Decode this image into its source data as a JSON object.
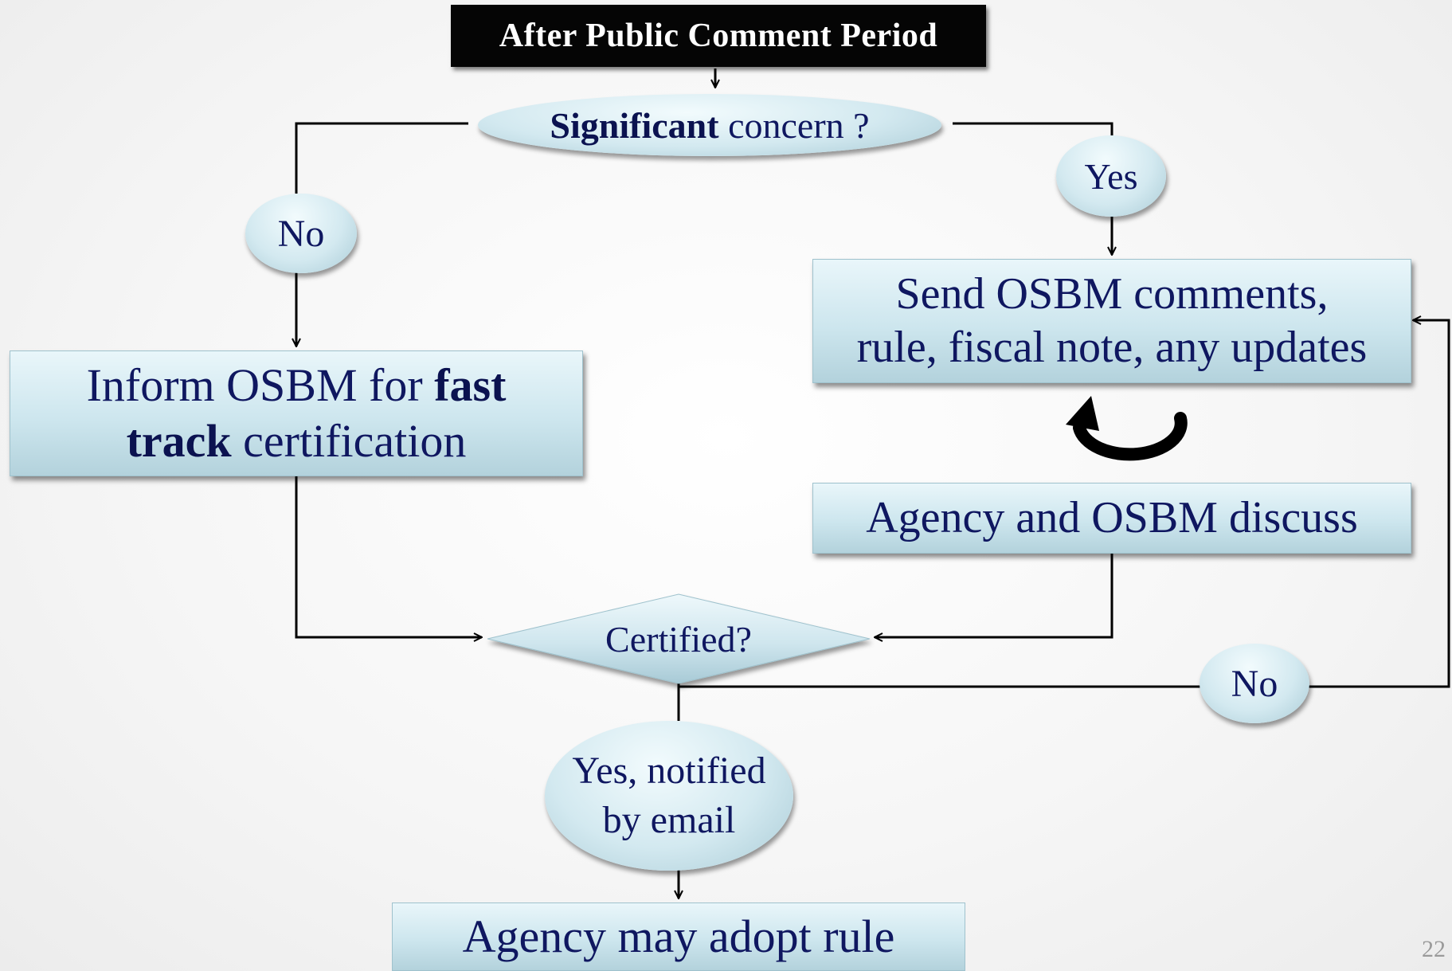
{
  "title": "After Public Comment Period",
  "decision1": {
    "bold": "Significant",
    "rest": " concern ?"
  },
  "label_no_left": "No",
  "label_yes": "Yes",
  "box_fast_track": {
    "part1": "Inform OSBM for ",
    "bold1": "fast",
    "bold2": "track",
    "part2": " certification"
  },
  "box_send": {
    "line1": "Send OSBM comments,",
    "line2": "rule, fiscal note, any updates"
  },
  "cycle_icon": "circular-arrow-icon",
  "box_discuss": "Agency and OSBM discuss",
  "decision2": "Certified?",
  "label_no_right": "No",
  "label_yes_email": {
    "line1": "Yes, notified",
    "line2": "by email"
  },
  "box_adopt": "Agency may adopt rule",
  "slide_number": "22",
  "colors": {
    "box_fill": "#cde6ee",
    "text": "#0f1760",
    "title_fill": "#050505",
    "connector": "#000000"
  }
}
